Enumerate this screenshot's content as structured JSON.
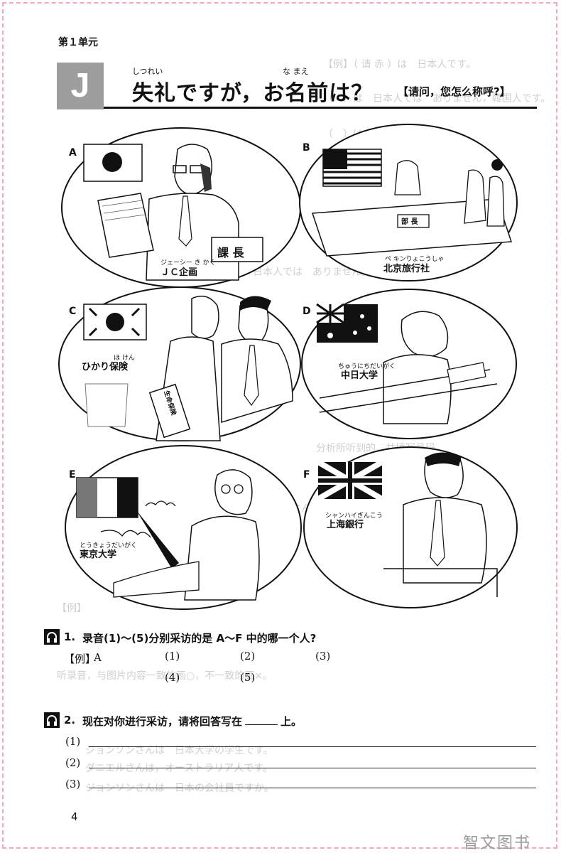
{
  "header": {
    "unit": "第１单元",
    "lesson_letter": "J",
    "title": "失礼ですが，お名前は？",
    "ruby_shitsurei": "しつれい",
    "ruby_namae": "な まえ",
    "subtitle": "【请问，您怎么称呼?】"
  },
  "scenes": [
    {
      "letter": "A",
      "org": "ＪＣ企画",
      "ruby": "ジェーシー き かく",
      "sign": "課 長"
    },
    {
      "letter": "B",
      "org": "北京旅行社",
      "ruby": "ペ キンりょこうしゃ",
      "sign": "部 長"
    },
    {
      "letter": "C",
      "org": "ひかり保険",
      "ruby": "ほ けん",
      "sign": "生命保険"
    },
    {
      "letter": "D",
      "org": "中日大学",
      "ruby": "ちゅうにちだいがく"
    },
    {
      "letter": "E",
      "org": "東京大学",
      "ruby": "とうきょうだいがく"
    },
    {
      "letter": "F",
      "org": "上海銀行",
      "ruby": "シャンハイぎんこう"
    }
  ],
  "exercise1": {
    "num": "1.",
    "prompt": "录音(1)～(5)分别采访的是 A～F 中的哪一个人?",
    "example_label": "【例】",
    "example_answer": "A",
    "items": [
      "(1)",
      "(2)",
      "(3)",
      "(4)",
      "(5)"
    ]
  },
  "exercise2": {
    "num": "2.",
    "prompt_before": "现在对你进行采访，请将回答写在",
    "prompt_after": "上。",
    "items": [
      "(1)",
      "(2)",
      "(3)"
    ]
  },
  "footer": {
    "page_number": "4",
    "watermark": "智文图书"
  }
}
